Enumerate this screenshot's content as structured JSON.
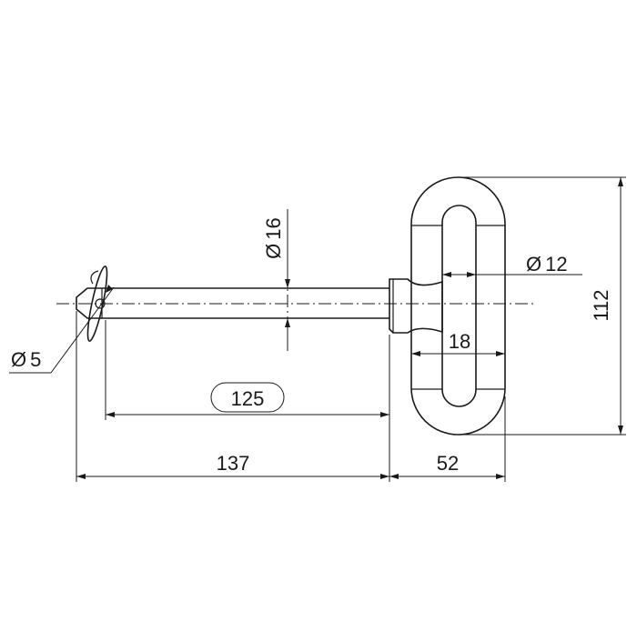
{
  "dimensions": {
    "pin_length": "125",
    "overall_length": "137",
    "handle_width": "52",
    "handle_height": "112",
    "pin_diameter": "16",
    "handle_rod_diameter": "12",
    "handle_inner_width": "18",
    "hole_diameter": "5"
  },
  "symbols": {
    "diameter": "Ø"
  },
  "colors": {
    "line": "#1a1a1a",
    "background": "#ffffff"
  }
}
